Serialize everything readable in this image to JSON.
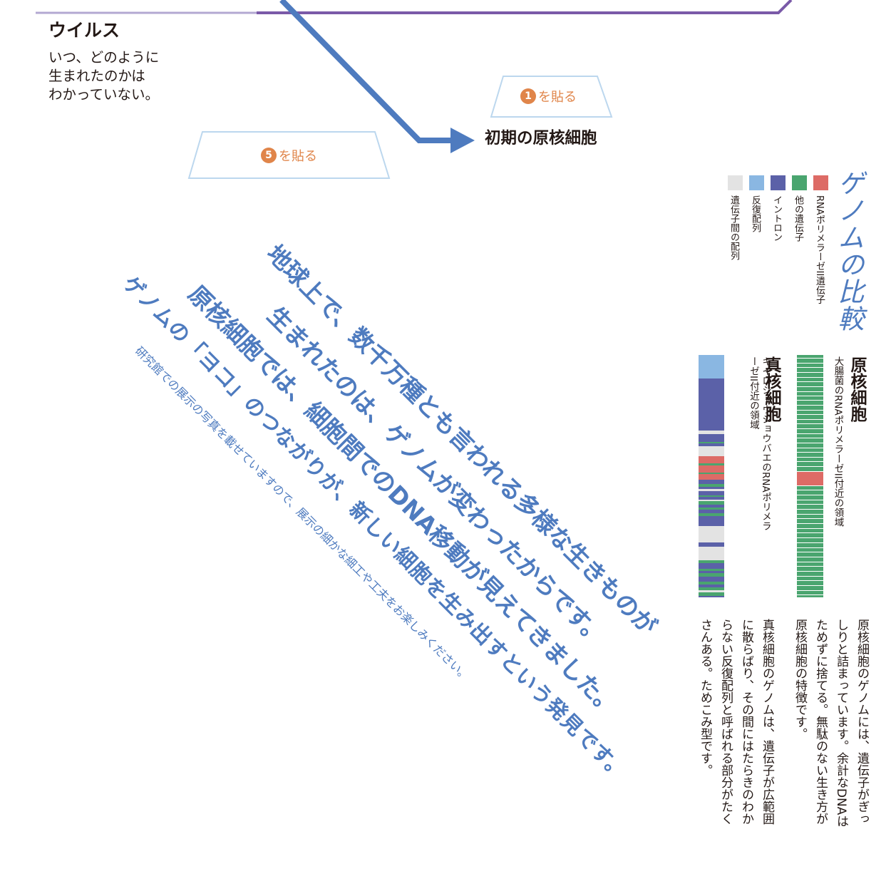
{
  "colors": {
    "timeline_blue": "#4e7bbf",
    "timeline_purple": "#7a5aa8",
    "paste_orange": "#e0854a",
    "frame_blue": "#bcd7ee",
    "rna_pol2": "#dd6b66",
    "other_gene": "#4aa56f",
    "intron": "#5b61a8",
    "repeat": "#8ab7e2",
    "intergenic": "#e3e3e3"
  },
  "virus": {
    "title": "ウイルス",
    "lines": [
      "いつ、どのように",
      "生まれたのかは",
      "わかっていない。"
    ]
  },
  "paste": {
    "one": {
      "number": "1",
      "text": "を貼る"
    },
    "five": {
      "number": "5",
      "text": "を貼る"
    }
  },
  "early_prokaryote": "初期の原核細胞",
  "genome": {
    "title": "ゲノムの比較",
    "legend": [
      {
        "label": "RNAポリメラーゼII遺伝子",
        "key": "rna_pol2"
      },
      {
        "label": "他の遺伝子",
        "key": "other_gene"
      },
      {
        "label": "イントロン",
        "key": "intron"
      },
      {
        "label": "反復配列",
        "key": "repeat"
      },
      {
        "label": "遺伝子間の配列",
        "key": "intergenic"
      }
    ],
    "prokaryote": {
      "title": "原核細胞",
      "subtitle": "大腸菌のRNAポリメラーゼII付近の領域",
      "description": "原核細胞のゲノムには、遺伝子がぎっしりと詰まっています。余計なDNAはためずに捨てる。無駄のない生き方が原核細胞の特徴です。",
      "strip": [
        [
          "g",
          0,
          4
        ],
        [
          "w",
          4,
          5
        ],
        [
          "g",
          5,
          11
        ],
        [
          "w",
          11,
          12
        ],
        [
          "g",
          12,
          17
        ],
        [
          "w",
          17,
          18
        ],
        [
          "g",
          18,
          24
        ],
        [
          "w",
          24,
          25
        ],
        [
          "g",
          25,
          31
        ],
        [
          "w",
          31,
          32
        ],
        [
          "g",
          32,
          37
        ],
        [
          "w",
          37,
          38
        ],
        [
          "g",
          38,
          44
        ],
        [
          "w",
          44,
          45
        ],
        [
          "g",
          45,
          51
        ],
        [
          "w",
          51,
          52
        ],
        [
          "g",
          52,
          57
        ],
        [
          "w",
          57,
          58
        ],
        [
          "g",
          58,
          63
        ],
        [
          "w",
          63,
          64
        ],
        [
          "g",
          64,
          70
        ],
        [
          "w",
          70,
          71
        ],
        [
          "g",
          71,
          77
        ],
        [
          "w",
          77,
          78
        ],
        [
          "g",
          78,
          83
        ],
        [
          "w",
          83,
          84
        ],
        [
          "g",
          84,
          90
        ],
        [
          "w",
          90,
          91
        ],
        [
          "g",
          91,
          96
        ],
        [
          "w",
          96,
          97
        ],
        [
          "g",
          97,
          103
        ],
        [
          "w",
          103,
          104
        ],
        [
          "g",
          104,
          110
        ],
        [
          "w",
          110,
          111
        ],
        [
          "g",
          111,
          116
        ],
        [
          "w",
          116,
          117
        ],
        [
          "g",
          117,
          123
        ],
        [
          "w",
          123,
          124
        ],
        [
          "g",
          124,
          130
        ],
        [
          "w",
          130,
          131
        ],
        [
          "g",
          131,
          136
        ],
        [
          "w",
          136,
          137
        ],
        [
          "g",
          137,
          143
        ],
        [
          "w",
          143,
          144
        ],
        [
          "g",
          144,
          149
        ],
        [
          "w",
          149,
          150
        ],
        [
          "g",
          150,
          156
        ],
        [
          "w",
          156,
          157
        ],
        [
          "g",
          157,
          163
        ],
        [
          "w",
          163,
          164
        ],
        [
          "r",
          164,
          183
        ],
        [
          "w",
          183,
          184
        ],
        [
          "g",
          184,
          189
        ],
        [
          "w",
          189,
          190
        ],
        [
          "g",
          190,
          196
        ],
        [
          "w",
          196,
          197
        ],
        [
          "g",
          197,
          203
        ],
        [
          "w",
          203,
          204
        ],
        [
          "g",
          204,
          209
        ],
        [
          "w",
          209,
          210
        ],
        [
          "g",
          210,
          216
        ],
        [
          "w",
          216,
          217
        ],
        [
          "g",
          217,
          223
        ],
        [
          "w",
          223,
          224
        ],
        [
          "g",
          224,
          229
        ],
        [
          "w",
          229,
          230
        ],
        [
          "g",
          230,
          236
        ],
        [
          "w",
          236,
          237
        ],
        [
          "g",
          237,
          243
        ],
        [
          "w",
          243,
          244
        ],
        [
          "g",
          244,
          249
        ],
        [
          "w",
          249,
          250
        ],
        [
          "g",
          250,
          256
        ],
        [
          "w",
          256,
          257
        ],
        [
          "g",
          257,
          263
        ],
        [
          "w",
          263,
          264
        ],
        [
          "g",
          264,
          270
        ],
        [
          "w",
          270,
          271
        ],
        [
          "g",
          271,
          276
        ],
        [
          "w",
          276,
          277
        ],
        [
          "g",
          277,
          283
        ],
        [
          "w",
          283,
          284
        ],
        [
          "g",
          284,
          290
        ],
        [
          "w",
          290,
          291
        ],
        [
          "g",
          291,
          296
        ],
        [
          "w",
          296,
          297
        ],
        [
          "g",
          297,
          303
        ],
        [
          "w",
          303,
          304
        ],
        [
          "g",
          304,
          310
        ],
        [
          "w",
          310,
          311
        ],
        [
          "g",
          311,
          316
        ],
        [
          "w",
          316,
          317
        ],
        [
          "g",
          317,
          323
        ],
        [
          "w",
          323,
          324
        ],
        [
          "g",
          324,
          330
        ],
        [
          "w",
          330,
          331
        ],
        [
          "g",
          331,
          336
        ],
        [
          "w",
          336,
          337
        ],
        [
          "g",
          337,
          340
        ]
      ]
    },
    "eukaryote": {
      "title": "真核細胞",
      "subtitle": "キイロショウジョウバエのRNAポリメラーゼII付近の領域",
      "description": "真核細胞のゲノムは、遺伝子が広範囲に散らばり、その間にはたらきのわからない反復配列と呼ばれる部分がたくさんある。ためこみ型です。",
      "strip": [
        [
          "b",
          0,
          33
        ],
        [
          "i",
          33,
          42
        ],
        [
          "i",
          42,
          90
        ],
        [
          "i",
          90,
          99
        ],
        [
          "i",
          99,
          106
        ],
        [
          "e",
          106,
          111
        ],
        [
          "i",
          111,
          122
        ],
        [
          "g",
          122,
          124
        ],
        [
          "i",
          124,
          128
        ],
        [
          "e",
          128,
          138
        ],
        [
          "e",
          138,
          142
        ],
        [
          "r",
          142,
          152
        ],
        [
          "g",
          152,
          155
        ],
        [
          "r",
          155,
          165
        ],
        [
          "g",
          165,
          167
        ],
        [
          "r",
          167,
          175
        ],
        [
          "i",
          175,
          181
        ],
        [
          "g",
          181,
          185
        ],
        [
          "i",
          185,
          188
        ],
        [
          "e",
          188,
          191
        ],
        [
          "i",
          191,
          197
        ],
        [
          "g",
          197,
          199
        ],
        [
          "i",
          199,
          203
        ],
        [
          "e",
          203,
          205
        ],
        [
          "g",
          205,
          210
        ],
        [
          "i",
          210,
          214
        ],
        [
          "g",
          214,
          217
        ],
        [
          "i",
          217,
          222
        ],
        [
          "g",
          222,
          226
        ],
        [
          "i",
          226,
          230
        ],
        [
          "i",
          230,
          240
        ],
        [
          "e",
          240,
          244
        ],
        [
          "e",
          244,
          263
        ],
        [
          "i",
          263,
          269
        ],
        [
          "e",
          269,
          288
        ],
        [
          "g",
          288,
          292
        ],
        [
          "i",
          292,
          300
        ],
        [
          "g",
          300,
          303
        ],
        [
          "i",
          303,
          306
        ],
        [
          "g",
          306,
          311
        ],
        [
          "i",
          311,
          318
        ],
        [
          "g",
          318,
          322
        ],
        [
          "i",
          322,
          326
        ],
        [
          "g",
          326,
          330
        ],
        [
          "e",
          330,
          333
        ],
        [
          "g",
          333,
          338
        ],
        [
          "i",
          338,
          340
        ]
      ]
    }
  },
  "diagonal_text": [
    "地球上で、数千万種とも言われる多様な生きものが",
    "生まれたのは、ゲノムが変わったからです。",
    "原核細胞では、細胞間でのDNA移動が見えてきました。",
    "ゲノムの「ヨコ」のつながりが、新しい細胞を生み出すという発見です。",
    "研究館での展示の写真を載せていますので、展示の細かな細工や工夫をお楽しみください。"
  ]
}
